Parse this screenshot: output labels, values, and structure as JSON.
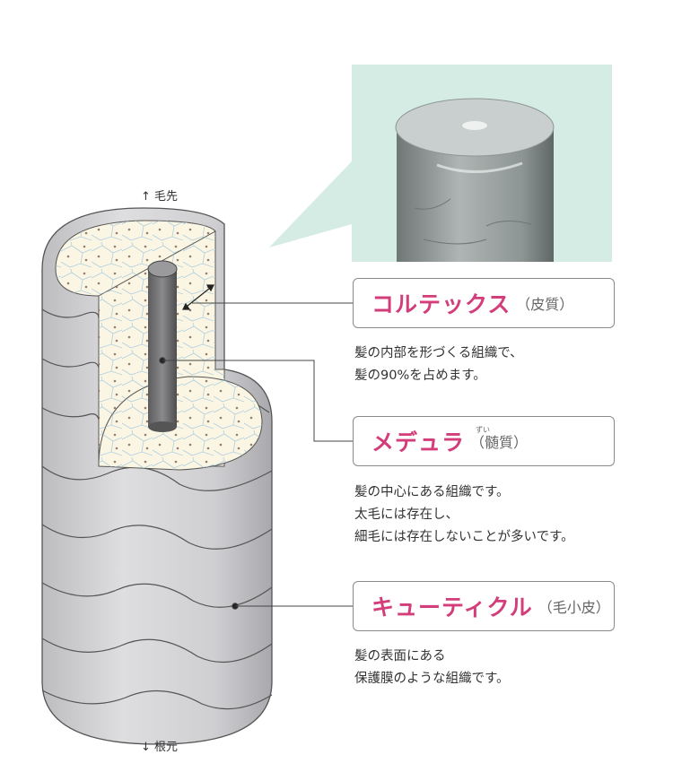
{
  "directions": {
    "top": "↑ 毛先",
    "bottom": "↓ 根元"
  },
  "labels": [
    {
      "title": "コルテックス",
      "sub": "（皮質）",
      "description": [
        "髪の内部を形づくる組織で、",
        "髪の90%を占めます。"
      ]
    },
    {
      "title": "メデュラ",
      "sub": "（髄質）",
      "ruby": "ずい",
      "description": [
        "髪の中心にある組織です。",
        "太毛には存在し、",
        "細毛には存在しないことが多いです。"
      ]
    },
    {
      "title": "キューティクル",
      "sub": "（毛小皮）",
      "description": [
        "髪の表面にある",
        "保護膜のような組織です。"
      ]
    }
  ],
  "colors": {
    "accent": "#d23d7a",
    "photo_bg": "#d4ece3",
    "cuticle": "#cfcfd1",
    "cortex": "#fbf6e3",
    "medulla": "#7a7a7a"
  }
}
